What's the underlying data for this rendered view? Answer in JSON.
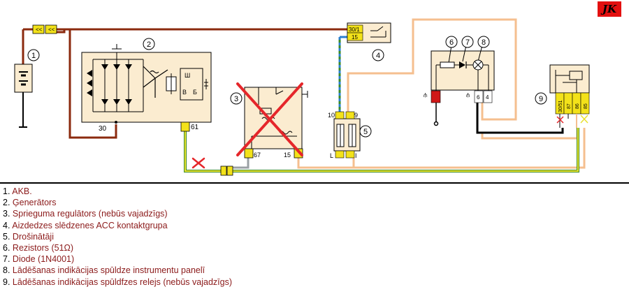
{
  "logo": "JK",
  "components": [
    {
      "id": "1",
      "label": "1"
    },
    {
      "id": "2",
      "label": "2"
    },
    {
      "id": "3",
      "label": "3"
    },
    {
      "id": "4",
      "label": "4"
    },
    {
      "id": "5",
      "label": "5"
    },
    {
      "id": "6",
      "label": "6"
    },
    {
      "id": "7",
      "label": "7"
    },
    {
      "id": "8",
      "label": "8"
    },
    {
      "id": "9",
      "label": "9"
    }
  ],
  "terminals": {
    "gen_b_plus": "30",
    "gen_d_plus": "61",
    "reg_67": "67",
    "reg_15": "15",
    "ign_30_1": "30/1",
    "ign_15": "15",
    "fuse_10": "10",
    "fuse_9": "9",
    "fuse_l": "L",
    "fuse_i": "I",
    "lamp_pin_6": "6",
    "lamp_pin_4": "4",
    "relay_30_51": "30/51",
    "relay_87": "87",
    "relay_86": "86",
    "relay_85": "85",
    "gen_sh": "Ш",
    "gen_v": "B",
    "gen_b": "Б"
  },
  "legend": [
    {
      "num": "1.",
      "text": "AKB."
    },
    {
      "num": "2.",
      "text": "Ģenerātors"
    },
    {
      "num": "3.",
      "text": "Sprieguma regulātors (nebūs vajadzīgs)"
    },
    {
      "num": "4.",
      "text": "Aizdedzes slēdzenes ACC kontaktgrupa"
    },
    {
      "num": "5.",
      "text": "Drošinātāji"
    },
    {
      "num": "6.",
      "text": "Rezistors (51Ω)"
    },
    {
      "num": "7.",
      "text": "Diode (1N4001)"
    },
    {
      "num": "8.",
      "text": "Lādēšanas indikācijas spūldze instrumentu panelī"
    },
    {
      "num": "9.",
      "text": "Lādēšanas indikācijas spūldfzes relejs (nebūs vajadzīgs)"
    }
  ],
  "colors": {
    "wire_brown": "#8b2a0e",
    "wire_peach": "#f5bf8f",
    "wire_yellow": "#e8e030",
    "wire_green": "#3a8a28",
    "wire_blue": "#2a7fd0",
    "wire_gray": "#9aa0a4",
    "wire_black": "#000000",
    "component_fill": "#fbecd0",
    "connector_yellow": "#f3e21a",
    "cross_red": "#e5262a",
    "legend_text": "#8b1a1a"
  }
}
